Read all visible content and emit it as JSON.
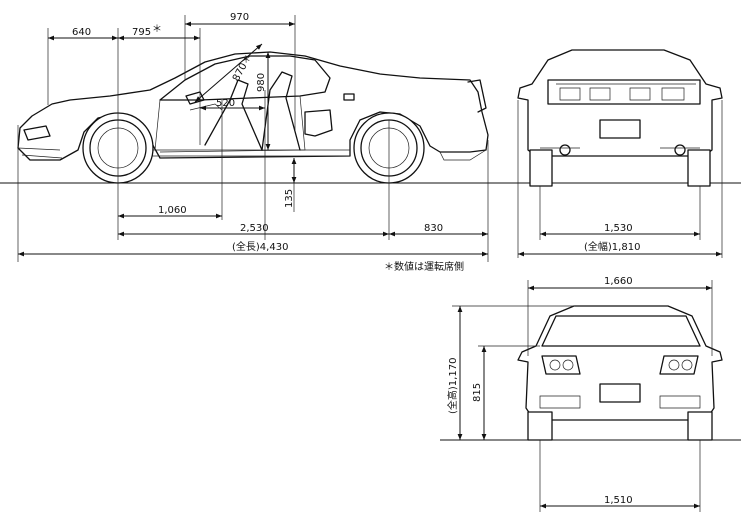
{
  "note": "＊数値は運転席側",
  "side_view": {
    "front_overhang": "640",
    "seat_to_front": "795",
    "seat_to_front_mark": "＊",
    "roof_span": "970",
    "seat_diag": "870＊",
    "seat_height": "980",
    "seat_depth": "520",
    "ground_clearance": "135",
    "front_wheel_to_seat": "1,060",
    "wheelbase": "2,530",
    "rear_overhang": "830",
    "overall_length": "(全長)4,430"
  },
  "rear_view": {
    "rear_tread": "1,530",
    "overall_width": "(全幅)1,810"
  },
  "front_view": {
    "top_width": "1,660",
    "overall_height": "(全高)1,170",
    "hood_height": "815",
    "front_tread": "1,510"
  }
}
